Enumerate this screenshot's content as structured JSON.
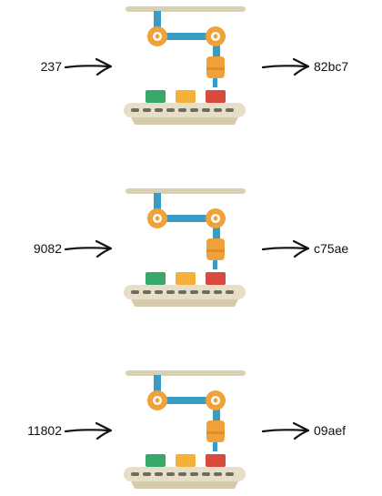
{
  "rows": [
    {
      "input": "237",
      "output": "82bc7"
    },
    {
      "input": "9082",
      "output": "c75ae"
    },
    {
      "input": "11802",
      "output": "09aef"
    }
  ],
  "icons": {
    "machine": "robotic-arm-assembly-line-icon",
    "arrow": "hand-drawn-right-arrow-icon"
  },
  "colors": {
    "rail": "#d8cfb4",
    "arm": "#3a9cc4",
    "joint": "#f0a23a",
    "gripper": "#f0a23a",
    "block_green": "#3aa86b",
    "block_yellow": "#f5b03a",
    "block_red": "#d9493e",
    "belt": "#e6dec7",
    "belt_dash": "#6d6a5e",
    "text": "#111111"
  }
}
